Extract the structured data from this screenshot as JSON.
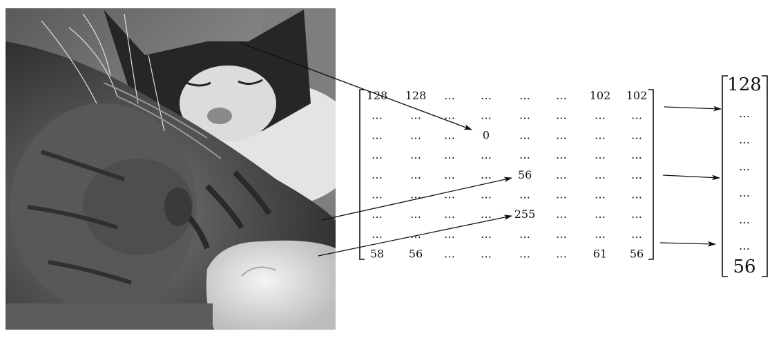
{
  "matrix": {
    "rows": [
      [
        "128",
        "128",
        "…",
        "…",
        "…",
        "…",
        "102",
        "102"
      ],
      [
        "…",
        "…",
        "…",
        "…",
        "…",
        "…",
        "…",
        "…"
      ],
      [
        "…",
        "…",
        "…",
        "0",
        "…",
        "…",
        "…",
        "…"
      ],
      [
        "…",
        "…",
        "…",
        "…",
        "…",
        "…",
        "…",
        "…"
      ],
      [
        "…",
        "…",
        "…",
        "…",
        "56",
        "…",
        "…",
        "…"
      ],
      [
        "…",
        "…",
        "…",
        "…",
        "…",
        "…",
        "…",
        "…"
      ],
      [
        "…",
        "…",
        "…",
        "…",
        "255",
        "…",
        "…",
        "…"
      ],
      [
        "…",
        "…",
        "…",
        "…",
        "…",
        "…",
        "…",
        "…"
      ],
      [
        "58",
        "56",
        "…",
        "…",
        "…",
        "…",
        "61",
        "56"
      ]
    ]
  },
  "vector": {
    "values": [
      "128",
      "…",
      "…",
      "…",
      "…",
      "…",
      "…",
      "56"
    ]
  },
  "photo": {
    "subject": "grayscale photo of two sleeping cats",
    "colors": {
      "dark": "#2b2b2b",
      "mid": "#6d6d6d",
      "light": "#d9d9d9",
      "white": "#f2f2f2"
    }
  },
  "colors": {
    "ink": "#111111",
    "background": "#ffffff"
  }
}
